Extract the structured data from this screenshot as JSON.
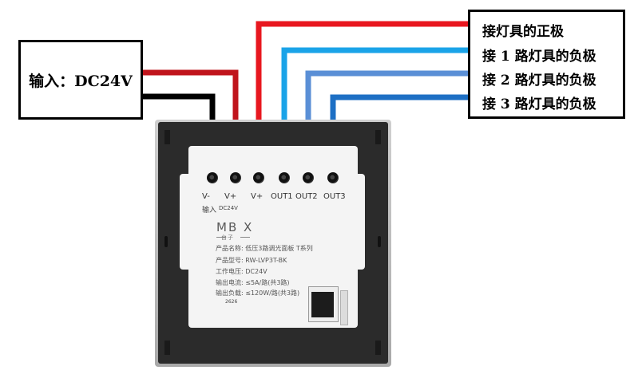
{
  "input_label": "输入：DC24V",
  "outputs": [
    "接灯具的正极",
    "接 1 路灯具的负极",
    "接 2 路灯具的负极",
    "接 3 路灯具的负极"
  ],
  "terminals": [
    "V-",
    "V+",
    "V+",
    "OUT1",
    "OUT2",
    "OUT3"
  ],
  "input_sublabel": "输入",
  "input_sublabel_voltage": "DC24V",
  "brand": {
    "logo": "MB  X",
    "sub": "台子"
  },
  "specs": [
    "产品名称:  低压3路调光面板 T系列",
    "产品型号:  RW-LVP3T-BK",
    "工作电压:  DC24V",
    "输出电流:  ≤5A/路(共3路)",
    "输出负载:  ≤120W/路(共3路)"
  ],
  "date_code": "2626",
  "colors": {
    "neg_wire": "#000000",
    "pos_wire_input": "#c0141c",
    "pos_wire_output": "#e8171f",
    "out1_wire": "#1aa3e8",
    "out2_wire": "#5a8fd6",
    "out3_wire": "#1d6fc4"
  }
}
